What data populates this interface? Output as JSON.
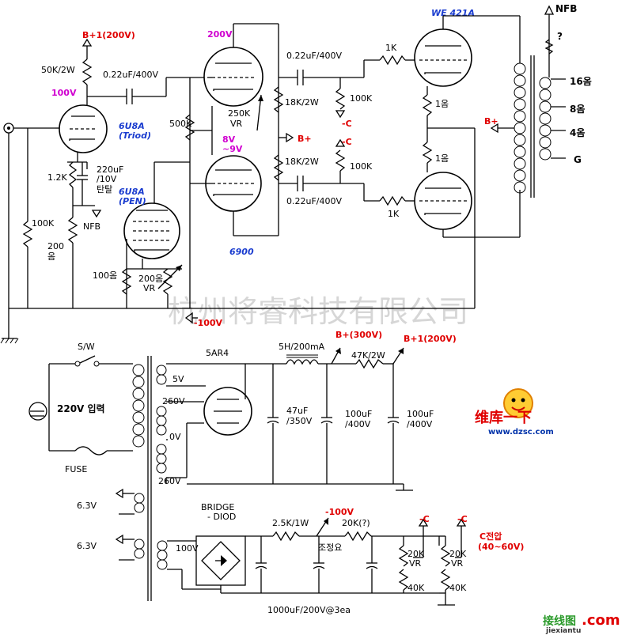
{
  "top": {
    "b1_label": "B+1(200V)",
    "r_50k": "50K/2W",
    "c_coupling_1": "0.22uF/400V",
    "v_100": "100V",
    "tube_6u8a_triode": "6U8A",
    "tube_triod": "(Triod)",
    "r_1_2k": "1.2K",
    "c_220uf": "220uF",
    "c_10v": "/10V",
    "tantal": "탄탈",
    "nfb_mid": "NFB",
    "tube_6u8a_pen": "6U8A",
    "tube_pen": "(PEN)",
    "r_100k_left": "100K",
    "r_200ohm": "200",
    "r_200ohm_unit": "옴",
    "r_100ohm": "100옴",
    "vr_200ohm": "200옴",
    "vr_label_1": "VR",
    "minus_100v": "-100V",
    "r_500k": "500K",
    "v_200": "200V",
    "v_8": "8V",
    "v_9": "~9V",
    "vr_250k": "250K",
    "vr_label_2": "VR",
    "tube_6900": "6900",
    "r_18k_top": "18K/2W",
    "r_18k_bot": "18K/2W",
    "bplus_mid": "B+",
    "c_coupling_top": "0.22uF/400V",
    "c_coupling_bot": "0.22uF/400V",
    "r_100k_grid_top": "100K",
    "r_100k_grid_bot": "100K",
    "minus_c_1": "-C",
    "minus_c_2": "-C",
    "r_1k_top": "1K",
    "r_1k_bot": "1K",
    "tube_we421a": "WE 421A",
    "r_1ohm_top": "1옴",
    "r_1ohm_bot": "1옴",
    "bplus_ot": "B+",
    "nfb_top": "NFB",
    "question": "?",
    "tap_16": "16옴",
    "tap_8": "8옴",
    "tap_4": "4옴",
    "tap_g": "G"
  },
  "watermark": "杭州将睿科技有限公司",
  "power": {
    "sw": "S/W",
    "input_220v": "220V 입력",
    "fuse": "FUSE",
    "tube_5ar4": "5AR4",
    "v5": "5V",
    "v260_top": "260V",
    "v0": "0V",
    "v260_bot": "260V",
    "choke": "5H/200mA",
    "b_300": "B+(300V)",
    "b_200": "B+1(200V)",
    "r_47k": "47K/2W",
    "c_47uf": "47uF",
    "c_350v": "/350V",
    "c_100uf_1": "100uF",
    "c_400v_1": "/400V",
    "c_100uf_2": "100uF",
    "c_400v_2": "/400V",
    "h_63_1": "6.3V",
    "h_63_2": "6.3V",
    "bridge": "BRIDGE",
    "diod": "- DIOD",
    "v100": "100V",
    "r_2_5k": "2.5K/1W",
    "minus_100v": "-100V",
    "r_20k_q": "20K(?)",
    "adjust": "조정요",
    "caps_note": "1000uF/200V@3ea",
    "minus_c_1": "-C",
    "minus_c_2": "-C",
    "c_voltage": "C전압",
    "c_voltage_range": "(40~60V)",
    "vr20k_1": "20K",
    "vr_1": "VR",
    "r40k_1": "40K",
    "vr20k_2": "20K",
    "vr_2": "VR",
    "r40k_2": "40K"
  },
  "logo": {
    "line1": "维库一下",
    "site": "www.dzsc.com",
    "footer_cn": "接线图",
    "footer_com": ".com",
    "footer_url": "jiexiantu"
  }
}
